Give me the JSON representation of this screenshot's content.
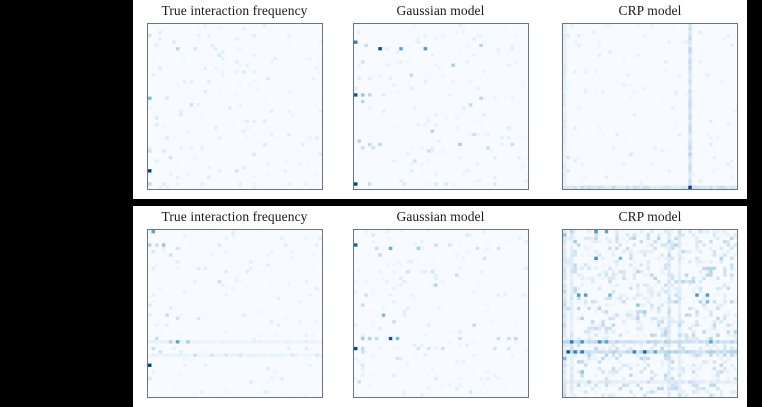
{
  "figure": {
    "background_color": "#000000",
    "panel_background": "#ffffff",
    "axes_border_color": "#6b7280",
    "colormap": "Blues",
    "colormap_low": "#f7fbff",
    "colormap_high": "#08306b",
    "rows": [
      {
        "row_id": "row-top",
        "panels": [
          {
            "title": "True interaction frequency",
            "panel_id": "top-true"
          },
          {
            "title": "Gaussian model",
            "panel_id": "top-gaussian"
          },
          {
            "title": "CRP model",
            "panel_id": "top-crp"
          }
        ]
      },
      {
        "row_id": "row-bottom",
        "panels": [
          {
            "title": "True interaction frequency",
            "panel_id": "bottom-true"
          },
          {
            "title": "Gaussian model",
            "panel_id": "bottom-gaussian"
          },
          {
            "title": "CRP model",
            "panel_id": "bottom-crp"
          }
        ]
      }
    ]
  },
  "chart_data": [
    {
      "type": "heatmap",
      "id": "top-true",
      "title": "True interaction frequency",
      "xlabel": "",
      "ylabel": "",
      "grid": false,
      "legend": "none",
      "nrows": 50,
      "ncols": 50,
      "vmin": 0,
      "vmax": 1,
      "colormap": "Blues",
      "description": "Sparse scattered interactions, first column slightly elevated, one near-black cell at row 44 column 0",
      "points": [
        {
          "r": 3,
          "c": 0,
          "v": 0.18
        },
        {
          "r": 4,
          "c": 3,
          "v": 0.1
        },
        {
          "r": 5,
          "c": 7,
          "v": 0.14
        },
        {
          "r": 6,
          "c": 2,
          "v": 0.09
        },
        {
          "r": 7,
          "c": 8,
          "v": 0.3
        },
        {
          "r": 7,
          "c": 13,
          "v": 0.16
        },
        {
          "r": 7,
          "c": 19,
          "v": 0.12
        },
        {
          "r": 8,
          "c": 21,
          "v": 0.11
        },
        {
          "r": 9,
          "c": 20,
          "v": 0.18
        },
        {
          "r": 10,
          "c": 36,
          "v": 0.1
        },
        {
          "r": 13,
          "c": 3,
          "v": 0.12
        },
        {
          "r": 14,
          "c": 27,
          "v": 0.14
        },
        {
          "r": 16,
          "c": 34,
          "v": 0.12
        },
        {
          "r": 17,
          "c": 10,
          "v": 0.09
        },
        {
          "r": 20,
          "c": 16,
          "v": 0.1
        },
        {
          "r": 22,
          "c": 0,
          "v": 0.45
        },
        {
          "r": 22,
          "c": 5,
          "v": 0.15
        },
        {
          "r": 24,
          "c": 12,
          "v": 0.22
        },
        {
          "r": 25,
          "c": 23,
          "v": 0.11
        },
        {
          "r": 26,
          "c": 35,
          "v": 0.1
        },
        {
          "r": 27,
          "c": 9,
          "v": 0.13
        },
        {
          "r": 28,
          "c": 2,
          "v": 0.14
        },
        {
          "r": 29,
          "c": 30,
          "v": 0.1
        },
        {
          "r": 31,
          "c": 19,
          "v": 0.1
        },
        {
          "r": 33,
          "c": 40,
          "v": 0.12
        },
        {
          "r": 34,
          "c": 5,
          "v": 0.12
        },
        {
          "r": 36,
          "c": 33,
          "v": 0.13
        },
        {
          "r": 38,
          "c": 0,
          "v": 0.2
        },
        {
          "r": 38,
          "c": 4,
          "v": 0.14
        },
        {
          "r": 39,
          "c": 30,
          "v": 0.14
        },
        {
          "r": 40,
          "c": 6,
          "v": 0.17
        },
        {
          "r": 41,
          "c": 2,
          "v": 0.1
        },
        {
          "r": 44,
          "c": 0,
          "v": 0.95
        },
        {
          "r": 44,
          "c": 25,
          "v": 0.18
        },
        {
          "r": 46,
          "c": 17,
          "v": 0.1
        },
        {
          "r": 48,
          "c": 0,
          "v": 0.28
        },
        {
          "r": 48,
          "c": 4,
          "v": 0.12
        },
        {
          "r": 48,
          "c": 15,
          "v": 0.09
        },
        {
          "r": 48,
          "c": 26,
          "v": 0.1
        },
        {
          "r": 48,
          "c": 40,
          "v": 0.1
        }
      ]
    },
    {
      "type": "heatmap",
      "id": "top-gaussian",
      "title": "Gaussian model",
      "xlabel": "",
      "ylabel": "",
      "grid": false,
      "legend": "none",
      "nrows": 50,
      "ncols": 50,
      "vmin": 0,
      "vmax": 1,
      "colormap": "Blues",
      "description": "Sparse with several saturated dark cells in upper rows and a dark cell in the bottom-left corner",
      "points": [
        {
          "r": 5,
          "c": 0,
          "v": 0.7
        },
        {
          "r": 6,
          "c": 3,
          "v": 0.25
        },
        {
          "r": 7,
          "c": 7,
          "v": 0.92
        },
        {
          "r": 7,
          "c": 13,
          "v": 0.55
        },
        {
          "r": 7,
          "c": 20,
          "v": 0.58
        },
        {
          "r": 6,
          "c": 36,
          "v": 0.3
        },
        {
          "r": 11,
          "c": 2,
          "v": 0.2
        },
        {
          "r": 12,
          "c": 28,
          "v": 0.35
        },
        {
          "r": 15,
          "c": 16,
          "v": 0.25
        },
        {
          "r": 21,
          "c": 0,
          "v": 0.85
        },
        {
          "r": 21,
          "c": 2,
          "v": 0.4
        },
        {
          "r": 21,
          "c": 4,
          "v": 0.28
        },
        {
          "r": 21,
          "c": 8,
          "v": 0.14
        },
        {
          "r": 22,
          "c": 36,
          "v": 0.28
        },
        {
          "r": 23,
          "c": 2,
          "v": 0.3
        },
        {
          "r": 24,
          "c": 33,
          "v": 0.26
        },
        {
          "r": 32,
          "c": 22,
          "v": 0.3
        },
        {
          "r": 33,
          "c": 34,
          "v": 0.22
        },
        {
          "r": 35,
          "c": 1,
          "v": 0.3
        },
        {
          "r": 36,
          "c": 4,
          "v": 0.26
        },
        {
          "r": 36,
          "c": 7,
          "v": 0.28
        },
        {
          "r": 36,
          "c": 30,
          "v": 0.35
        },
        {
          "r": 36,
          "c": 45,
          "v": 0.22
        },
        {
          "r": 37,
          "c": 2,
          "v": 0.24
        },
        {
          "r": 37,
          "c": 5,
          "v": 0.2
        },
        {
          "r": 37,
          "c": 38,
          "v": 0.24
        },
        {
          "r": 38,
          "c": 21,
          "v": 0.22
        },
        {
          "r": 41,
          "c": 17,
          "v": 0.2
        },
        {
          "r": 48,
          "c": 0,
          "v": 0.95
        },
        {
          "r": 48,
          "c": 4,
          "v": 0.24
        },
        {
          "r": 48,
          "c": 14,
          "v": 0.14
        },
        {
          "r": 48,
          "c": 23,
          "v": 0.14
        },
        {
          "r": 48,
          "c": 26,
          "v": 0.14
        },
        {
          "r": 48,
          "c": 40,
          "v": 0.14
        }
      ]
    },
    {
      "type": "heatmap",
      "id": "top-crp",
      "title": "CRP model",
      "xlabel": "",
      "ylabel": "",
      "grid": false,
      "legend": "none",
      "nrows": 50,
      "ncols": 50,
      "vmin": 0,
      "vmax": 1,
      "colormap": "Blues",
      "description": "Very diffuse faint values with a vertical stripe near column 36 and a horizontal stripe along the last row; one dark cell where they intersect",
      "stripes": [
        {
          "kind": "column",
          "index": 36,
          "v": 0.22
        },
        {
          "kind": "row",
          "index": 49,
          "v": 0.2
        },
        {
          "kind": "column",
          "index": 0,
          "v": 0.1
        }
      ],
      "points": [
        {
          "r": 49,
          "c": 36,
          "v": 0.92
        },
        {
          "r": 39,
          "c": 36,
          "v": 0.3
        },
        {
          "r": 20,
          "c": 36,
          "v": 0.24
        },
        {
          "r": 4,
          "c": 36,
          "v": 0.26
        },
        {
          "r": 39,
          "c": 19,
          "v": 0.16
        },
        {
          "r": 40,
          "c": 1,
          "v": 0.16
        },
        {
          "r": 44,
          "c": 1,
          "v": 0.14
        }
      ]
    },
    {
      "type": "heatmap",
      "id": "bottom-true",
      "title": "True interaction frequency",
      "xlabel": "",
      "ylabel": "",
      "grid": false,
      "legend": "none",
      "nrows": 50,
      "ncols": 50,
      "vmin": 0,
      "vmax": 1,
      "colormap": "Blues",
      "description": "Sparse scattered interactions with faint horizontal bands around rows 33 and 37 and a dark cell at row 40 column 0",
      "stripes": [
        {
          "kind": "row",
          "index": 33,
          "v": 0.07
        },
        {
          "kind": "row",
          "index": 37,
          "v": 0.07
        }
      ],
      "points": [
        {
          "r": 0,
          "c": 1,
          "v": 0.55
        },
        {
          "r": 4,
          "c": 0,
          "v": 0.3
        },
        {
          "r": 4,
          "c": 2,
          "v": 0.22
        },
        {
          "r": 4,
          "c": 4,
          "v": 0.4
        },
        {
          "r": 4,
          "c": 20,
          "v": 0.14
        },
        {
          "r": 4,
          "c": 39,
          "v": 0.12
        },
        {
          "r": 5,
          "c": 8,
          "v": 0.18
        },
        {
          "r": 6,
          "c": 1,
          "v": 0.16
        },
        {
          "r": 7,
          "c": 6,
          "v": 0.2
        },
        {
          "r": 11,
          "c": 14,
          "v": 0.12
        },
        {
          "r": 12,
          "c": 22,
          "v": 0.12
        },
        {
          "r": 12,
          "c": 28,
          "v": 0.12
        },
        {
          "r": 15,
          "c": 20,
          "v": 0.22
        },
        {
          "r": 19,
          "c": 1,
          "v": 0.1
        },
        {
          "r": 22,
          "c": 0,
          "v": 0.14
        },
        {
          "r": 25,
          "c": 5,
          "v": 0.24
        },
        {
          "r": 26,
          "c": 8,
          "v": 0.2
        },
        {
          "r": 26,
          "c": 14,
          "v": 0.16
        },
        {
          "r": 28,
          "c": 37,
          "v": 0.12
        },
        {
          "r": 32,
          "c": 2,
          "v": 0.24
        },
        {
          "r": 33,
          "c": 6,
          "v": 0.3
        },
        {
          "r": 33,
          "c": 8,
          "v": 0.55
        },
        {
          "r": 33,
          "c": 11,
          "v": 0.35
        },
        {
          "r": 33,
          "c": 45,
          "v": 0.1
        },
        {
          "r": 35,
          "c": 1,
          "v": 0.22
        },
        {
          "r": 36,
          "c": 3,
          "v": 0.2
        },
        {
          "r": 37,
          "c": 13,
          "v": 0.22
        },
        {
          "r": 37,
          "c": 18,
          "v": 0.18
        },
        {
          "r": 37,
          "c": 22,
          "v": 0.16
        },
        {
          "r": 37,
          "c": 26,
          "v": 0.16
        },
        {
          "r": 37,
          "c": 41,
          "v": 0.14
        },
        {
          "r": 37,
          "c": 48,
          "v": 0.14
        },
        {
          "r": 40,
          "c": 0,
          "v": 0.95
        },
        {
          "r": 41,
          "c": 34,
          "v": 0.12
        },
        {
          "r": 44,
          "c": 0,
          "v": 0.16
        },
        {
          "r": 45,
          "c": 29,
          "v": 0.12
        },
        {
          "r": 48,
          "c": 33,
          "v": 0.1
        }
      ]
    },
    {
      "type": "heatmap",
      "id": "bottom-gaussian",
      "title": "Gaussian model",
      "xlabel": "",
      "ylabel": "",
      "grid": false,
      "legend": "none",
      "nrows": 50,
      "ncols": 50,
      "vmin": 0,
      "vmax": 1,
      "colormap": "Blues",
      "description": "Sparse with saturated cells in the left column and a prominent dark cluster near row 33 columns 0-8",
      "points": [
        {
          "r": 1,
          "c": 5,
          "v": 0.14
        },
        {
          "r": 1,
          "c": 32,
          "v": 0.14
        },
        {
          "r": 4,
          "c": 0,
          "v": 0.8
        },
        {
          "r": 4,
          "c": 23,
          "v": 0.22
        },
        {
          "r": 4,
          "c": 27,
          "v": 0.18
        },
        {
          "r": 5,
          "c": 6,
          "v": 0.24
        },
        {
          "r": 5,
          "c": 10,
          "v": 0.5
        },
        {
          "r": 5,
          "c": 18,
          "v": 0.35
        },
        {
          "r": 5,
          "c": 35,
          "v": 0.2
        },
        {
          "r": 5,
          "c": 41,
          "v": 0.18
        },
        {
          "r": 7,
          "c": 7,
          "v": 0.26
        },
        {
          "r": 8,
          "c": 37,
          "v": 0.18
        },
        {
          "r": 12,
          "c": 15,
          "v": 0.2
        },
        {
          "r": 12,
          "c": 22,
          "v": 0.18
        },
        {
          "r": 13,
          "c": 29,
          "v": 0.22
        },
        {
          "r": 16,
          "c": 23,
          "v": 0.3
        },
        {
          "r": 19,
          "c": 3,
          "v": 0.2
        },
        {
          "r": 22,
          "c": 2,
          "v": 0.22
        },
        {
          "r": 25,
          "c": 8,
          "v": 0.45
        },
        {
          "r": 27,
          "c": 11,
          "v": 0.24
        },
        {
          "r": 28,
          "c": 34,
          "v": 0.26
        },
        {
          "r": 32,
          "c": 2,
          "v": 0.35
        },
        {
          "r": 32,
          "c": 4,
          "v": 0.32
        },
        {
          "r": 32,
          "c": 6,
          "v": 0.26
        },
        {
          "r": 32,
          "c": 10,
          "v": 0.85
        },
        {
          "r": 32,
          "c": 12,
          "v": 0.45
        },
        {
          "r": 32,
          "c": 30,
          "v": 0.22
        },
        {
          "r": 32,
          "c": 41,
          "v": 0.22
        },
        {
          "r": 32,
          "c": 44,
          "v": 0.22
        },
        {
          "r": 32,
          "c": 46,
          "v": 0.26
        },
        {
          "r": 35,
          "c": 0,
          "v": 0.9
        },
        {
          "r": 35,
          "c": 2,
          "v": 0.26
        },
        {
          "r": 35,
          "c": 18,
          "v": 0.2
        },
        {
          "r": 35,
          "c": 21,
          "v": 0.18
        },
        {
          "r": 35,
          "c": 25,
          "v": 0.2
        },
        {
          "r": 35,
          "c": 40,
          "v": 0.18
        },
        {
          "r": 35,
          "c": 44,
          "v": 0.18
        },
        {
          "r": 36,
          "c": 2,
          "v": 0.22
        },
        {
          "r": 38,
          "c": 12,
          "v": 0.18
        },
        {
          "r": 40,
          "c": 2,
          "v": 0.16
        },
        {
          "r": 45,
          "c": 1,
          "v": 0.22
        },
        {
          "r": 48,
          "c": 33,
          "v": 0.16
        }
      ]
    },
    {
      "type": "heatmap",
      "id": "bottom-crp",
      "title": "CRP model",
      "xlabel": "",
      "ylabel": "",
      "grid": false,
      "legend": "none",
      "nrows": 50,
      "ncols": 50,
      "vmin": 0,
      "vmax": 1,
      "colormap": "Blues",
      "description": "Dense diffuse structure with many faint cells, several vertical stripes, and two strong horizontal bands near rows 33 and 36",
      "stripes": [
        {
          "kind": "row",
          "index": 33,
          "v": 0.26
        },
        {
          "kind": "row",
          "index": 36,
          "v": 0.28
        },
        {
          "kind": "column",
          "index": 0,
          "v": 0.16
        },
        {
          "kind": "column",
          "index": 2,
          "v": 0.12
        },
        {
          "kind": "column",
          "index": 30,
          "v": 0.14
        },
        {
          "kind": "column",
          "index": 33,
          "v": 0.12
        },
        {
          "kind": "row",
          "index": 45,
          "v": 0.1
        }
      ],
      "density": 0.55,
      "points": [
        {
          "r": 0,
          "c": 9,
          "v": 0.6
        },
        {
          "r": 0,
          "c": 12,
          "v": 0.55
        },
        {
          "r": 1,
          "c": 0,
          "v": 0.4
        },
        {
          "r": 8,
          "c": 9,
          "v": 0.65
        },
        {
          "r": 8,
          "c": 16,
          "v": 0.45
        },
        {
          "r": 3,
          "c": 3,
          "v": 0.35
        },
        {
          "r": 19,
          "c": 4,
          "v": 0.6
        },
        {
          "r": 19,
          "c": 6,
          "v": 0.58
        },
        {
          "r": 19,
          "c": 13,
          "v": 0.45
        },
        {
          "r": 19,
          "c": 38,
          "v": 0.62
        },
        {
          "r": 19,
          "c": 41,
          "v": 0.6
        },
        {
          "r": 21,
          "c": 41,
          "v": 0.45
        },
        {
          "r": 22,
          "c": 21,
          "v": 0.4
        },
        {
          "r": 24,
          "c": 23,
          "v": 0.35
        },
        {
          "r": 33,
          "c": 2,
          "v": 0.72
        },
        {
          "r": 33,
          "c": 5,
          "v": 0.62
        },
        {
          "r": 33,
          "c": 10,
          "v": 0.62
        },
        {
          "r": 33,
          "c": 12,
          "v": 0.55
        },
        {
          "r": 33,
          "c": 42,
          "v": 0.55
        },
        {
          "r": 36,
          "c": 1,
          "v": 0.85
        },
        {
          "r": 36,
          "c": 3,
          "v": 0.7
        },
        {
          "r": 36,
          "c": 5,
          "v": 0.72
        },
        {
          "r": 36,
          "c": 20,
          "v": 0.68
        },
        {
          "r": 36,
          "c": 23,
          "v": 0.8
        },
        {
          "r": 36,
          "c": 26,
          "v": 0.55
        },
        {
          "r": 38,
          "c": 0,
          "v": 0.45
        },
        {
          "r": 42,
          "c": 5,
          "v": 0.4
        },
        {
          "r": 45,
          "c": 7,
          "v": 0.3
        }
      ]
    }
  ]
}
